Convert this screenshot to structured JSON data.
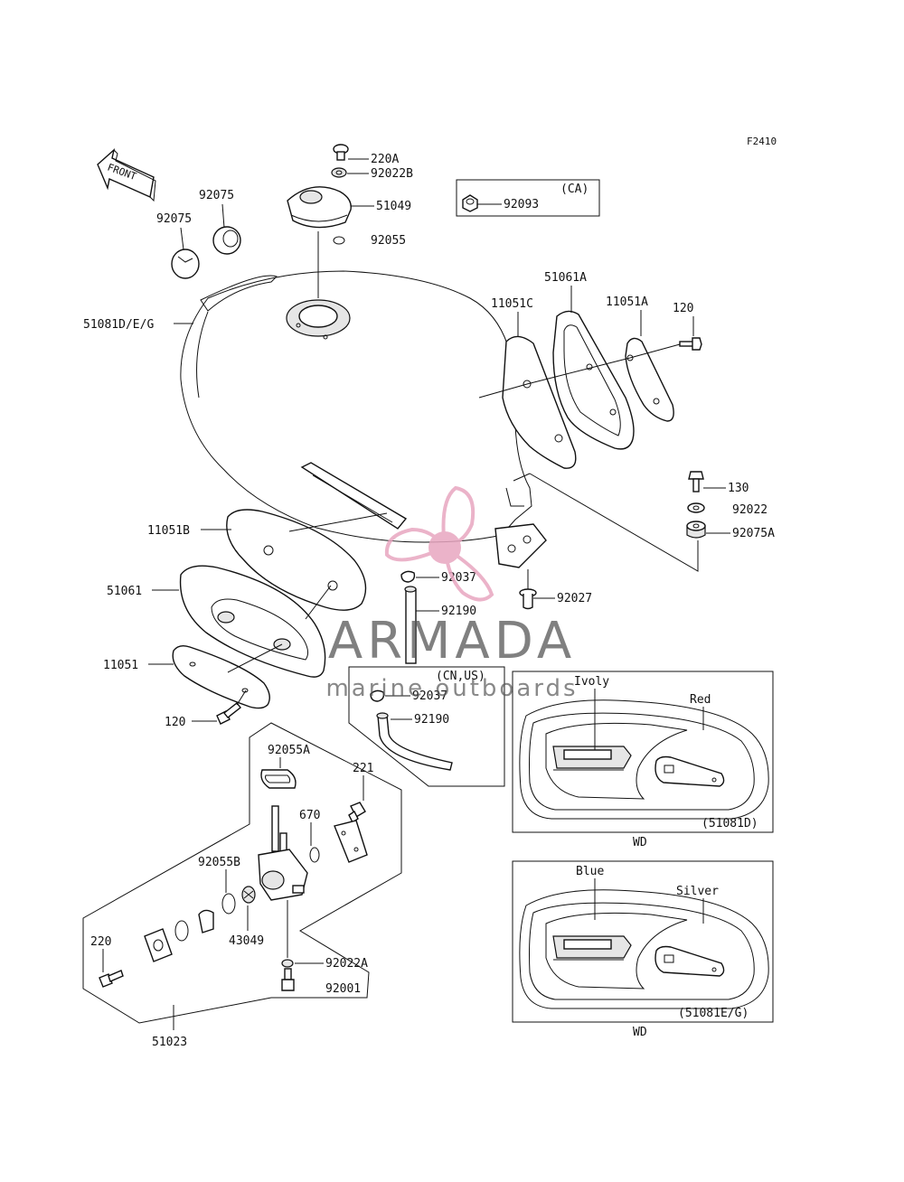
{
  "figure_code": "F2410",
  "front_arrow": "FRONT",
  "callouts": {
    "p220A": "220A",
    "p92022B": "92022B",
    "p51049": "51049",
    "p92055": "92055",
    "p92093": "92093",
    "ca_box": "(CA)",
    "p92075_top": "92075",
    "p92075_left": "92075",
    "p51081DEG": "51081D/E/G",
    "p51061A": "51061A",
    "p11051C": "11051C",
    "p11051A": "11051A",
    "p120_top": "120",
    "p130": "130",
    "p92022": "92022",
    "p92075A": "92075A",
    "p11051B": "11051B",
    "p92037": "92037",
    "p51061": "51061",
    "p92027": "92027",
    "p92190": "92190",
    "p11051": "11051",
    "p120_bottom": "120",
    "cnus_box": "(CN,US)",
    "p92037_b": "92037",
    "p92190_b": "92190",
    "p92055A": "92055A",
    "p221": "221",
    "p670": "670",
    "p92055B": "92055B",
    "p43049": "43049",
    "p220": "220",
    "p92022A": "92022A",
    "p92001": "92001",
    "p51023": "51023"
  },
  "insets": {
    "top": {
      "color1": "Ivoly",
      "color2": "Red",
      "part": "(51081D)",
      "caption": "WD"
    },
    "bottom": {
      "color1": "Blue",
      "color2": "Silver",
      "part": "(51081E/G)",
      "caption": "WD"
    }
  },
  "watermark": {
    "brand": "ARMADA",
    "tagline": "marine outboards",
    "accent_color": "#e8a6c0"
  }
}
